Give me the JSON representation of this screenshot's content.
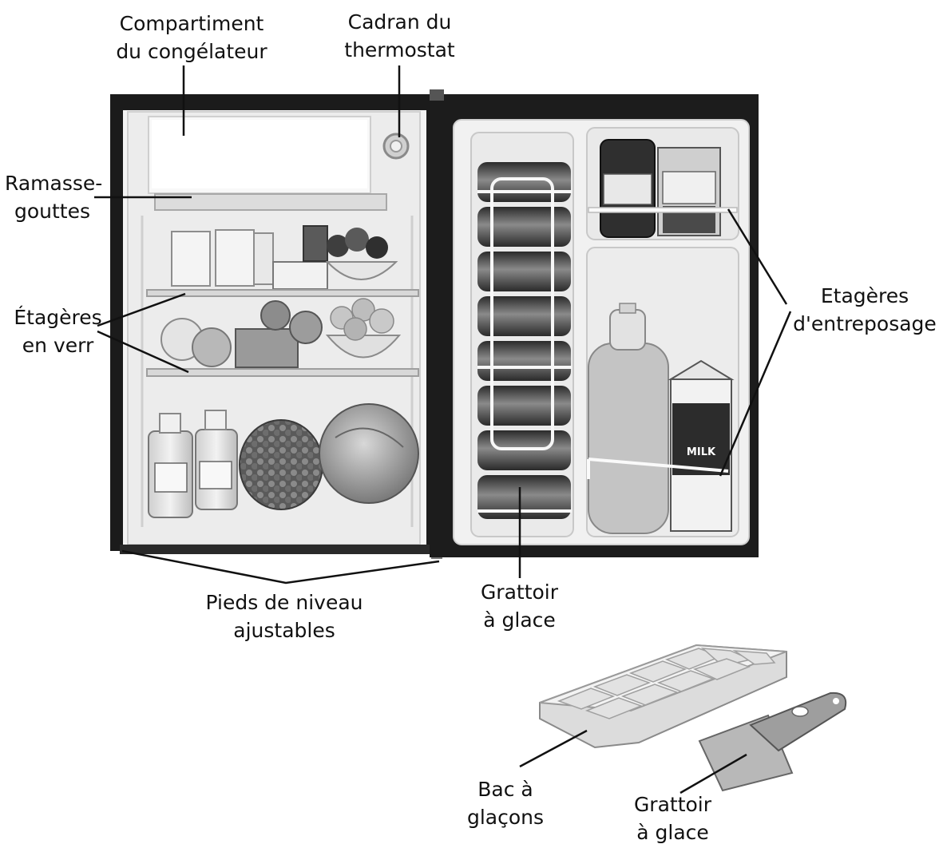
{
  "labels": {
    "freezer": [
      "Compartiment",
      "du congélateur"
    ],
    "thermostat": [
      "Cadran du",
      "thermostat"
    ],
    "drip_tray": [
      "Ramasse-",
      "gouttes"
    ],
    "glass_shelves": [
      "Étagères",
      "en verr"
    ],
    "storage_shelves": [
      "Etagères",
      "d'entreposage"
    ],
    "leveling_feet": [
      "Pieds de niveau",
      "ajustables"
    ],
    "ice_scraper_door": [
      "Grattoir",
      "à glace"
    ],
    "ice_tray": [
      "Bac à",
      "glaçons"
    ],
    "ice_scraper": [
      "Grattoir",
      "à glace"
    ]
  }
}
